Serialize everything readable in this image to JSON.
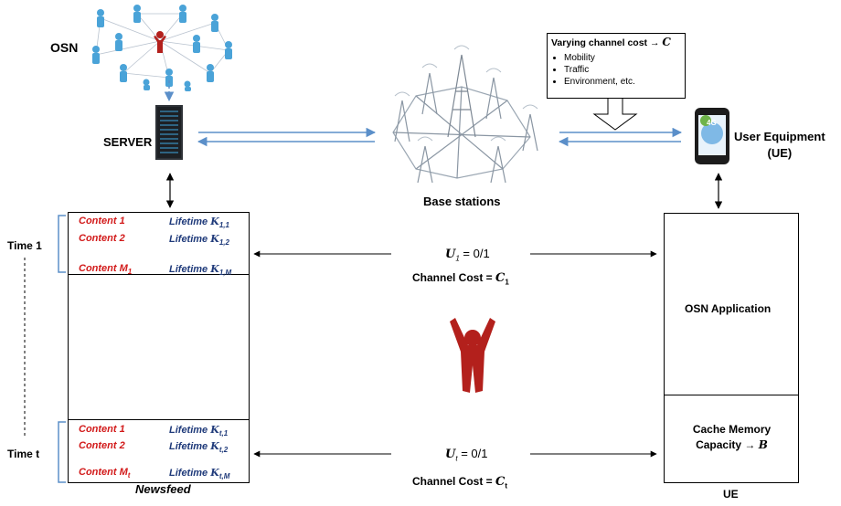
{
  "osn_label": "OSN",
  "server_label": "SERVER",
  "base_stations_label": "Base stations",
  "ue_title": "User Equipment",
  "ue_title_abbr": "(UE)",
  "varying_cost": {
    "title": "Varying channel cost →",
    "symbol": "C",
    "items": [
      "Mobility",
      "Traffic",
      "Environment, etc."
    ]
  },
  "time1_label": "Time 1",
  "timet_label": "Time t",
  "newsfeed_label": "Newsfeed",
  "ue_label": "UE",
  "osn_app_label": "OSN Application",
  "cache_line1": "Cache Memory",
  "cache_line2": "Capacity →",
  "cache_symbol": "B",
  "time1_rows": [
    {
      "content": "Content 1",
      "lifetime": "Lifetime",
      "k": "K",
      "ksub": "1,1"
    },
    {
      "content": "Content 2",
      "lifetime": "Lifetime",
      "k": "K",
      "ksub": "1,2"
    },
    {
      "content": "Content M",
      "csub": "1",
      "lifetime": "Lifetime",
      "k": "K",
      "ksub": "1,M"
    }
  ],
  "timet_rows": [
    {
      "content": "Content 1",
      "lifetime": "Lifetime",
      "k": "K",
      "ksub": "t,1"
    },
    {
      "content": "Content 2",
      "lifetime": "Lifetime",
      "k": "K",
      "ksub": "t,2"
    },
    {
      "content": "Content M",
      "csub": "t",
      "lifetime": "Lifetime",
      "k": "K",
      "ksub": "t,M"
    }
  ],
  "u1": {
    "sym": "U",
    "sub": "1",
    "val": "= 0/1"
  },
  "ut": {
    "sym": "U",
    "sub": "t",
    "val": "= 0/1"
  },
  "cost1": {
    "label": "Channel Cost =",
    "sym": "C",
    "sub": "1"
  },
  "costt": {
    "label": "Channel Cost =",
    "sym": "C",
    "sub": "t"
  },
  "badge_4g": "4G",
  "colors": {
    "content_red": "#d21a1a",
    "lifetime_navy": "#1f3a7a",
    "arrow_blue": "#5b8fc9",
    "person_red": "#b3201c",
    "person_blue": "#4aa3d8",
    "tower_gray": "#9aa6b2"
  }
}
